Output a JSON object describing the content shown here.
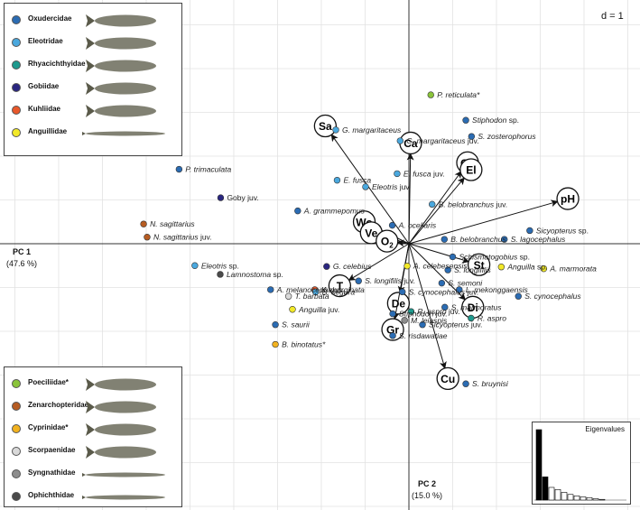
{
  "chart_data": {
    "type": "scatter",
    "xlabel": "PC 1",
    "xlabel_pct": "(47.6 %)",
    "ylabel": "PC 2",
    "ylabel_pct": "(15.0 %)",
    "scale_label": "d = 1",
    "xlim": [
      -6.9,
      4.0
    ],
    "ylim": [
      -3.6,
      4.4
    ],
    "grid": true,
    "families": [
      {
        "name": "Oxudercidae",
        "color": "#2b6cb3"
      },
      {
        "name": "Eleotridae",
        "color": "#4aa8de"
      },
      {
        "name": "Rhyacichthyidae",
        "color": "#1e9a8e"
      },
      {
        "name": "Gobiidae",
        "color": "#2a2680"
      },
      {
        "name": "Kuhliidae",
        "color": "#e8582b"
      },
      {
        "name": "Anguillidae",
        "color": "#f2e928"
      },
      {
        "name": "Poeciliidae*",
        "color": "#8ac43a"
      },
      {
        "name": "Zenarchopteridae",
        "color": "#b65c22"
      },
      {
        "name": "Cyprinidae*",
        "color": "#f2b21f"
      },
      {
        "name": "Scorpaenidae",
        "color": "#d9d9d9"
      },
      {
        "name": "Syngnathidae",
        "color": "#8d8d8d"
      },
      {
        "name": "Ophichthidae",
        "color": "#4a4a4a"
      }
    ],
    "species": [
      {
        "label": "P. reticulata*",
        "family": "Poeciliidae*",
        "x": 0.5,
        "y": 3.4
      },
      {
        "label": "Stiphodon sp.",
        "family": "Oxudercidae",
        "x": 1.3,
        "y": 2.82
      },
      {
        "label": "S. zosterophorus",
        "family": "Oxudercidae",
        "x": 1.43,
        "y": 2.45
      },
      {
        "label": "G. margaritaceus",
        "family": "Eleotridae",
        "x": -1.67,
        "y": 2.6
      },
      {
        "label": "G. margaritaceus juv.",
        "family": "Eleotridae",
        "x": -0.2,
        "y": 2.35
      },
      {
        "label": "E. fusca juv.",
        "family": "Eleotridae",
        "x": -0.27,
        "y": 1.6
      },
      {
        "label": "E. fusca",
        "family": "Eleotridae",
        "x": -1.64,
        "y": 1.45
      },
      {
        "label": "Eleotris juv.",
        "family": "Eleotridae",
        "x": -0.99,
        "y": 1.3
      },
      {
        "label": "P. trimaculata",
        "family": "Oxudercidae",
        "x": -5.25,
        "y": 1.7
      },
      {
        "label": "Goby juv.",
        "family": "Gobiidae",
        "x": -4.3,
        "y": 1.05
      },
      {
        "label": "B. belobranchus juv.",
        "family": "Eleotridae",
        "x": 0.53,
        "y": 0.9
      },
      {
        "label": "A. grammepomus",
        "family": "Oxudercidae",
        "x": -2.54,
        "y": 0.75
      },
      {
        "label": "A. ocellaris",
        "family": "Oxudercidae",
        "x": -0.38,
        "y": 0.42
      },
      {
        "label": "N. sagittarius",
        "family": "Zenarchopteridae",
        "x": -6.06,
        "y": 0.45
      },
      {
        "label": "N. sagittarius juv.",
        "family": "Zenarchopteridae",
        "x": -5.98,
        "y": 0.15
      },
      {
        "label": "Sicyopterus sp.",
        "family": "Oxudercidae",
        "x": 2.76,
        "y": 0.3
      },
      {
        "label": "B. belobranchus",
        "family": "Oxudercidae",
        "x": 0.81,
        "y": 0.1
      },
      {
        "label": "S. lagocephalus",
        "family": "Oxudercidae",
        "x": 2.18,
        "y": 0.1
      },
      {
        "label": "Schismatogobius sp.",
        "family": "Oxudercidae",
        "x": 1.0,
        "y": -0.3
      },
      {
        "label": "Anguilla sp.",
        "family": "Anguillidae",
        "x": 2.11,
        "y": -0.53
      },
      {
        "label": "A. marmorata",
        "family": "Anguillidae",
        "x": 3.08,
        "y": -0.57
      },
      {
        "label": "S. longifilis",
        "family": "Oxudercidae",
        "x": 0.89,
        "y": -0.6
      },
      {
        "label": "Eleotris sp.",
        "family": "Eleotridae",
        "x": -4.89,
        "y": -0.5
      },
      {
        "label": "G. celebius",
        "family": "Gobiidae",
        "x": -1.88,
        "y": -0.52
      },
      {
        "label": "A. celebesensis",
        "family": "Anguillidae",
        "x": -0.04,
        "y": -0.51
      },
      {
        "label": "Lamnostoma sp.",
        "family": "Ophichthidae",
        "x": -4.31,
        "y": -0.7
      },
      {
        "label": "S. semoni",
        "family": "Oxudercidae",
        "x": 0.75,
        "y": -0.9
      },
      {
        "label": "A. melanocephalus",
        "family": "Oxudercidae",
        "x": -3.16,
        "y": -1.05
      },
      {
        "label": "K. marginata",
        "family": "Kuhliidae",
        "x": -2.15,
        "y": -1.05
      },
      {
        "label": "B. segura",
        "family": "Eleotridae",
        "x": -2.13,
        "y": -1.1
      },
      {
        "label": "T. barbata",
        "family": "Scorpaenidae",
        "x": -2.75,
        "y": -1.2
      },
      {
        "label": "S. longifilis juv.",
        "family": "Oxudercidae",
        "x": -1.15,
        "y": -0.85
      },
      {
        "label": "L. mekonggaensis",
        "family": "Oxudercidae",
        "x": 1.15,
        "y": -1.05
      },
      {
        "label": "S. cynocephalus juv.",
        "family": "Oxudercidae",
        "x": -0.15,
        "y": -1.1
      },
      {
        "label": "S. cynocephalus",
        "family": "Oxudercidae",
        "x": 2.5,
        "y": -1.2
      },
      {
        "label": "S. marmoratus",
        "family": "Oxudercidae",
        "x": 0.82,
        "y": -1.45
      },
      {
        "label": "Anguilla juv.",
        "family": "Anguillidae",
        "x": -2.66,
        "y": -1.5
      },
      {
        "label": "R. aspro juv.",
        "family": "Rhyacichthyidae",
        "x": 0.05,
        "y": -1.55
      },
      {
        "label": "R. aspro",
        "family": "Rhyacichthyidae",
        "x": 1.42,
        "y": -1.7
      },
      {
        "label": "M. leiaspis",
        "family": "Syngnathidae",
        "x": -0.1,
        "y": -1.75
      },
      {
        "label": "Sicyopterus juv.",
        "family": "Oxudercidae",
        "x": 0.31,
        "y": -1.85
      },
      {
        "label": "Stiphodon juv.",
        "family": "Oxudercidae",
        "x": -0.37,
        "y": -1.6
      },
      {
        "label": "S. saurii",
        "family": "Oxudercidae",
        "x": -3.05,
        "y": -1.85
      },
      {
        "label": "S. risdawatiae",
        "family": "Oxudercidae",
        "x": -0.37,
        "y": -2.1
      },
      {
        "label": "B. binotatus*",
        "family": "Cyprinidae*",
        "x": -3.05,
        "y": -2.3
      },
      {
        "label": "S. bruynisi",
        "family": "Oxudercidae",
        "x": 1.3,
        "y": -3.2
      }
    ],
    "vectors": [
      {
        "label": "Sa",
        "x": -1.91,
        "y": 2.69
      },
      {
        "label": "Ca",
        "x": 0.04,
        "y": 2.3
      },
      {
        "label": "Co",
        "x": 1.34,
        "y": 1.85
      },
      {
        "label": "El",
        "x": 1.42,
        "y": 1.69
      },
      {
        "label": "pH",
        "x": 3.63,
        "y": 1.03
      },
      {
        "label": "Wo",
        "x": -1.02,
        "y": 0.5
      },
      {
        "label": "Ve",
        "x": -0.86,
        "y": 0.25
      },
      {
        "label": "O2",
        "x": -0.5,
        "y": 0.06
      },
      {
        "label": "St",
        "x": 1.6,
        "y": -0.48
      },
      {
        "label": "T",
        "x": -1.58,
        "y": -0.96
      },
      {
        "label": "De",
        "x": -0.24,
        "y": -1.36
      },
      {
        "label": "Di",
        "x": 1.46,
        "y": -1.45
      },
      {
        "label": "Gr",
        "x": -0.37,
        "y": -1.96
      },
      {
        "label": "Cu",
        "x": 0.89,
        "y": -3.08
      }
    ],
    "eigenvalues": [
      10,
      3.3,
      1.8,
      1.5,
      1.1,
      0.8,
      0.6,
      0.45,
      0.35,
      0.2,
      0.1
    ]
  },
  "legend_top": {
    "entries": [
      {
        "name": "Oxudercidae",
        "color": "#2b6cb3",
        "fish": "goby-striped-icon"
      },
      {
        "name": "Eleotridae",
        "color": "#4aa8de",
        "fish": "sleeper-icon"
      },
      {
        "name": "Rhyacichthyidae",
        "color": "#1e9a8e",
        "fish": "loach-goby-icon"
      },
      {
        "name": "Gobiidae",
        "color": "#2a2680",
        "fish": "spotted-goby-icon"
      },
      {
        "name": "Kuhliidae",
        "color": "#e8582b",
        "fish": "flagtail-icon"
      },
      {
        "name": "Anguillidae",
        "color": "#f2e928",
        "fish": "eel-icon"
      }
    ]
  },
  "legend_bottom": {
    "entries": [
      {
        "name": "Poeciliidae*",
        "color": "#8ac43a",
        "fish": "guppy-icon"
      },
      {
        "name": "Zenarchopteridae",
        "color": "#b65c22",
        "fish": "halfbeak-icon"
      },
      {
        "name": "Cyprinidae*",
        "color": "#f2b21f",
        "fish": "barb-icon"
      },
      {
        "name": "Scorpaenidae",
        "color": "#d9d9d9",
        "fish": "scorpionfish-icon"
      },
      {
        "name": "Syngnathidae",
        "color": "#8d8d8d",
        "fish": "pipefish-icon"
      },
      {
        "name": "Ophichthidae",
        "color": "#4a4a4a",
        "fish": "snake-eel-icon"
      }
    ]
  },
  "eigen_title": "Eigenvalues"
}
